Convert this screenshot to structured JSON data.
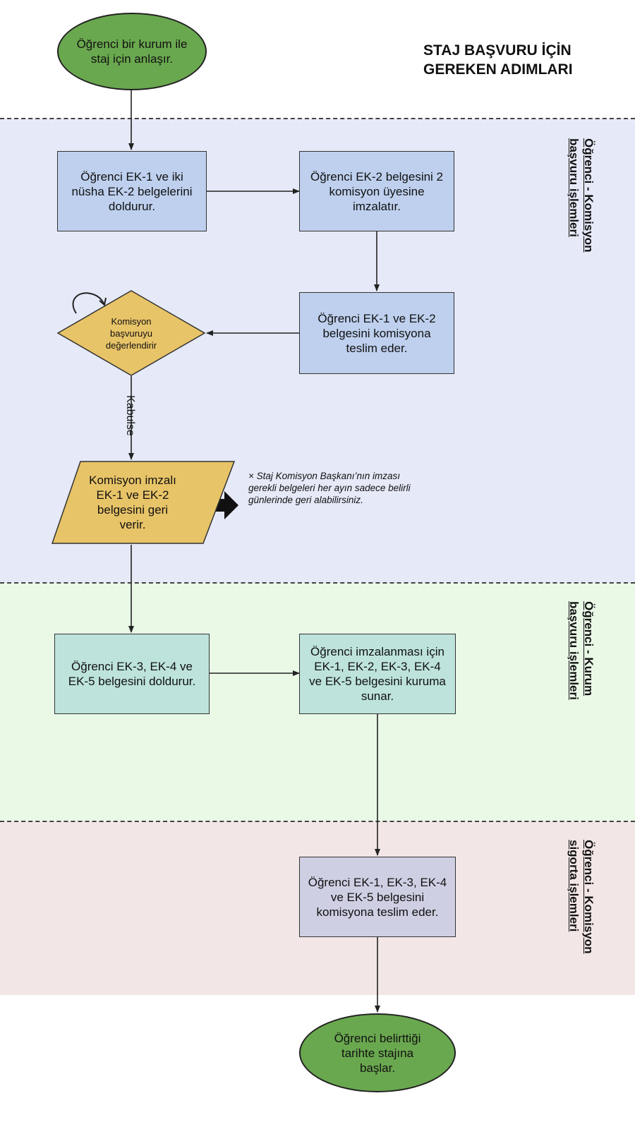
{
  "title": {
    "line1": "STAJ BAŞVURU İÇİN",
    "line2": "GEREKEN ADIMLARI"
  },
  "lanes": {
    "commission_application": {
      "label_line1": "Öğrenci - Komisyon",
      "label_line2": "başvuru işlemleri",
      "color": "#e6e9f7"
    },
    "institution_application": {
      "label_line1": "Öğrenci - Kurum",
      "label_line2": "başvuru işlemleri",
      "color": "#e9f9e6"
    },
    "insurance": {
      "label_line1": "Öğrenci - Komisyon",
      "label_line2": "sigorta işlemleri",
      "color": "#f3e6e6"
    }
  },
  "nodes": {
    "start": {
      "shape": "oval",
      "text": "Öğrenci bir kurum ile staj için anlaşır."
    },
    "fill_ek1_ek2": {
      "shape": "rectangle",
      "text": "Öğrenci EK-1 ve iki nüsha EK-2 belgelerini doldurur."
    },
    "sign_ek2": {
      "shape": "rectangle",
      "text": "Öğrenci EK-2 belgesini 2 komisyon üyesine imzalatır."
    },
    "submit_commission": {
      "shape": "rectangle",
      "text": "Öğrenci EK-1 ve EK-2 belgesini komisyona teslim eder."
    },
    "evaluate": {
      "shape": "diamond",
      "text": "Komisyon başvuruyu değerlendirir"
    },
    "return_signed": {
      "shape": "parallelogram",
      "text": "Komisyon imzalı EK-1 ve EK-2 belgesini geri verir."
    },
    "fill_ek3_5": {
      "shape": "rectangle",
      "text": "Öğrenci EK-3, EK-4 ve EK-5 belgesini doldurur."
    },
    "present_institution": {
      "shape": "rectangle",
      "text": "Öğrenci imzalanması için EK-1, EK-2, EK-3, EK-4 ve EK-5 belgesini kuruma sunar."
    },
    "deliver_commission": {
      "shape": "rectangle",
      "text": "Öğrenci EK-1, EK-3, EK-4 ve EK-5 belgesini komisyona teslim eder."
    },
    "end": {
      "shape": "oval",
      "text": "Öğrenci belirttiği tarihte stajına başlar."
    }
  },
  "edges": [
    {
      "from": "start",
      "to": "fill_ek1_ek2"
    },
    {
      "from": "fill_ek1_ek2",
      "to": "sign_ek2"
    },
    {
      "from": "sign_ek2",
      "to": "submit_commission"
    },
    {
      "from": "submit_commission",
      "to": "evaluate"
    },
    {
      "from": "evaluate",
      "to": "return_signed",
      "label": "Kabulse"
    },
    {
      "from": "return_signed",
      "to": "fill_ek3_5"
    },
    {
      "from": "fill_ek3_5",
      "to": "present_institution"
    },
    {
      "from": "present_institution",
      "to": "deliver_commission"
    },
    {
      "from": "deliver_commission",
      "to": "end"
    }
  ],
  "note": {
    "text": "× Staj Komisyon Başkanı’nın imzası gerekli belgeleri her ayın sadece belirli günlerinde geri alabilirsiniz."
  },
  "colors": {
    "oval_fill": "#6aa84f",
    "blue_box": "#bed0ee",
    "diamond_fill": "#e8c468",
    "teal_box": "#bde3dc",
    "grey_box": "#cfcfe4"
  }
}
